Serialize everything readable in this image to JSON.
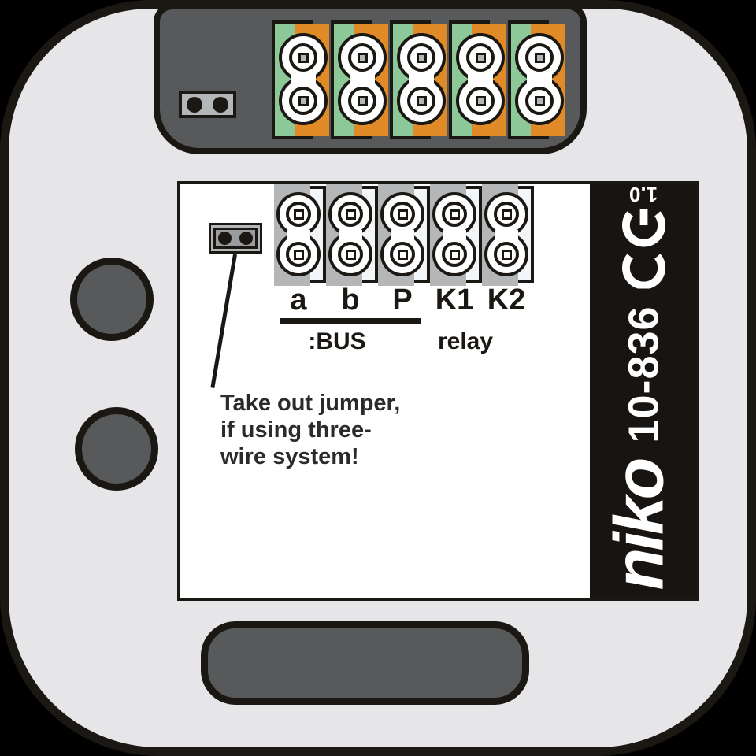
{
  "device": {
    "brand": "niko",
    "model": "10-836",
    "version": "1.0",
    "ce_mark": "CE"
  },
  "panel": {
    "terminals": [
      {
        "label": "a"
      },
      {
        "label": "b"
      },
      {
        "label": "P"
      },
      {
        "label": "K1"
      },
      {
        "label": "K2"
      }
    ],
    "bus_label": ":BUS",
    "relay_label": "relay",
    "note_lines": [
      "Take out jumper,",
      "if using three-",
      "wire system!"
    ]
  },
  "colors": {
    "ink": "#1b1713",
    "body": "#e6e6e8",
    "housing": "#58595b",
    "metal": "#b4b6b8",
    "metal2": "#9a9c9f",
    "green": "#8cc898",
    "orange": "#e08a28",
    "strip": "#f2f6f8",
    "label-bg": "#171411"
  }
}
